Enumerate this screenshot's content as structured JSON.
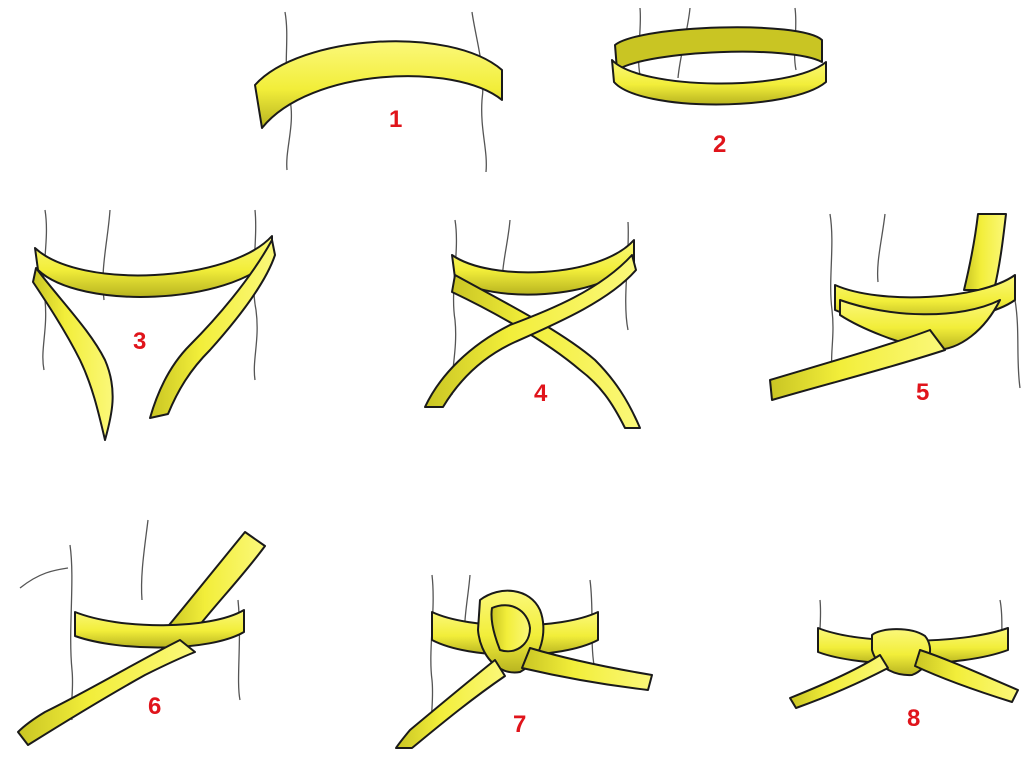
{
  "colors": {
    "belt_fill": "#f2ee3a",
    "belt_shade": "#b8b420",
    "outline": "#1a1a1a",
    "number": "#e0141b",
    "body_line": "#555555"
  },
  "steps": [
    {
      "number": "1"
    },
    {
      "number": "2"
    },
    {
      "number": "3"
    },
    {
      "number": "4"
    },
    {
      "number": "5"
    },
    {
      "number": "6"
    },
    {
      "number": "7"
    },
    {
      "number": "8"
    }
  ]
}
